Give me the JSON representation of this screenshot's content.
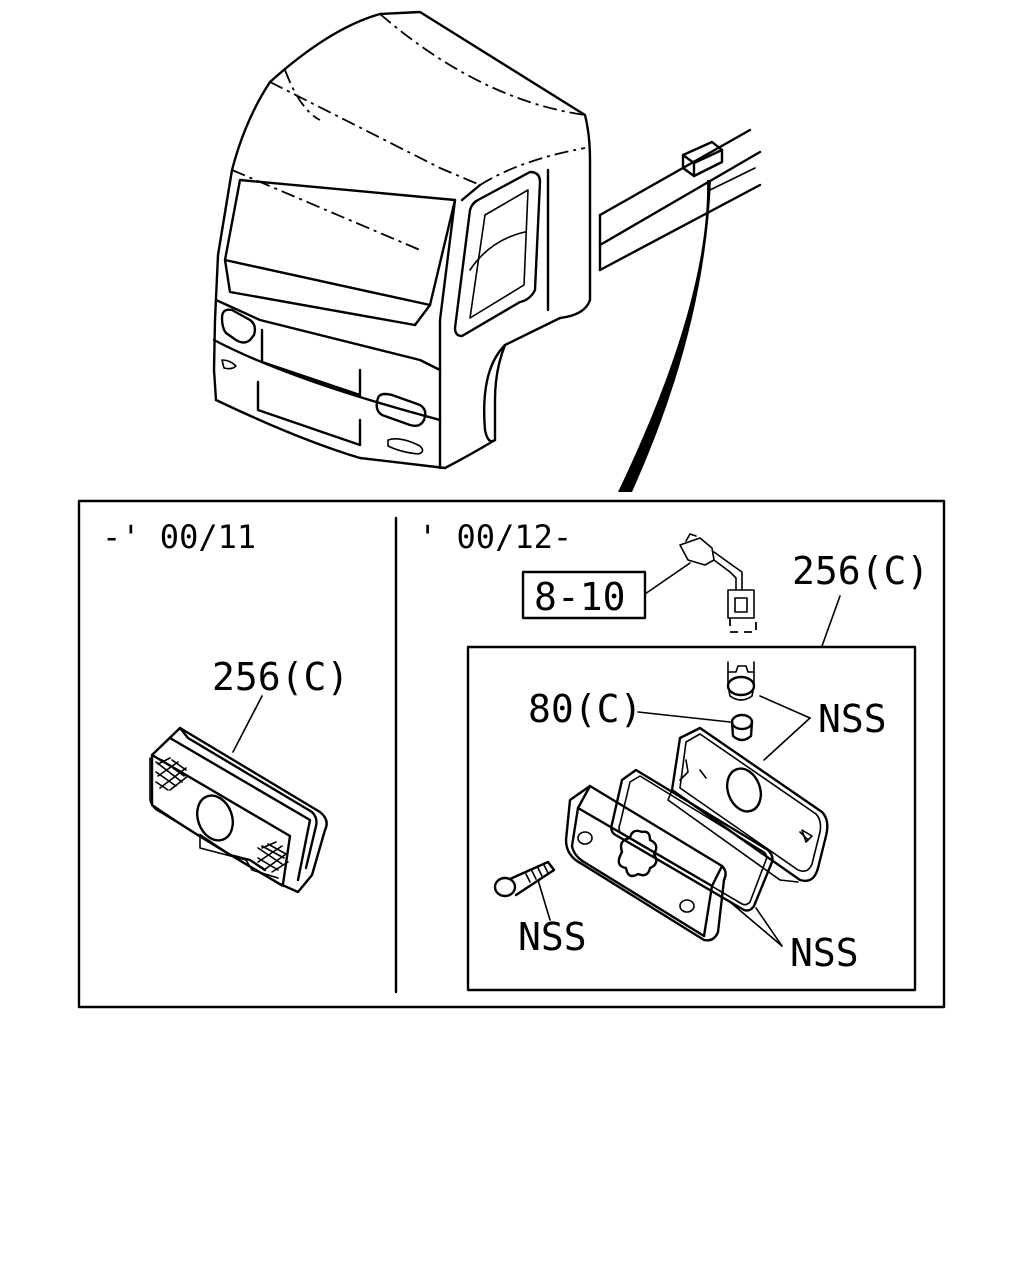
{
  "panels": {
    "left": {
      "period": "-' 00/11",
      "part_label": "256(C)"
    },
    "right": {
      "period": "' 00/12-",
      "ref_box": "8-10",
      "part_label": "256(C)",
      "bulb_label": "80(C)",
      "nss_top": "NSS",
      "nss_bolt": "NSS",
      "nss_bottom": "NSS"
    }
  }
}
